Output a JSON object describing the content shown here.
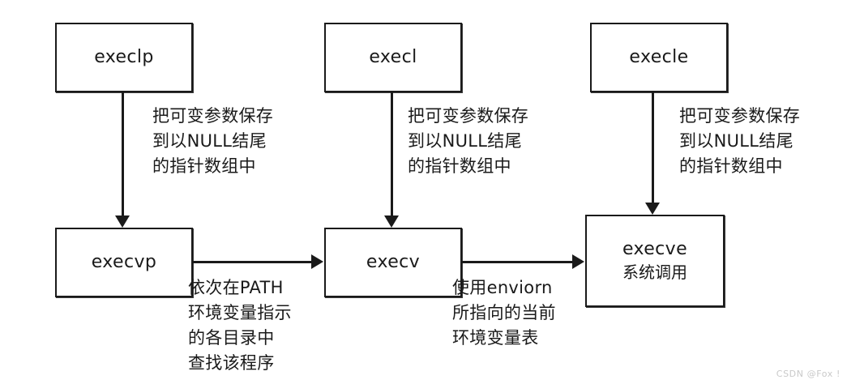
{
  "diagram": {
    "title": "exec family function relationship diagram",
    "colors": {
      "stroke": "#1a1a1a",
      "background": "#ffffff",
      "watermark": "#c9c9c9"
    },
    "nodes": [
      {
        "id": "execlp",
        "label": "execlp",
        "sublabel": ""
      },
      {
        "id": "execl",
        "label": "execl",
        "sublabel": ""
      },
      {
        "id": "execle",
        "label": "execle",
        "sublabel": ""
      },
      {
        "id": "execvp",
        "label": "execvp",
        "sublabel": ""
      },
      {
        "id": "execv",
        "label": "execv",
        "sublabel": ""
      },
      {
        "id": "execve",
        "label": "execve",
        "sublabel": "系统调用"
      }
    ],
    "annotations": [
      {
        "id": "execlp-to-execvp",
        "text": "把可变参数保存\n到以NULL结尾\n的指针数组中"
      },
      {
        "id": "execl-to-execv",
        "text": "把可变参数保存\n到以NULL结尾\n的指针数组中"
      },
      {
        "id": "execle-to-execve",
        "text": "把可变参数保存\n到以NULL结尾\n的指针数组中"
      },
      {
        "id": "execvp-to-execv",
        "text": "依次在PATH\n环境变量指示\n的各目录中\n查找该程序"
      },
      {
        "id": "execv-to-execve",
        "text": "使用enviorn\n所指向的当前\n环境变量表"
      }
    ],
    "edges": [
      {
        "from": "execlp",
        "to": "execvp",
        "direction": "down"
      },
      {
        "from": "execl",
        "to": "execv",
        "direction": "down"
      },
      {
        "from": "execle",
        "to": "execve",
        "direction": "down"
      },
      {
        "from": "execvp",
        "to": "execv",
        "direction": "right"
      },
      {
        "from": "execv",
        "to": "execve",
        "direction": "right"
      }
    ]
  },
  "watermark": {
    "text": "CSDN @Fox !"
  }
}
